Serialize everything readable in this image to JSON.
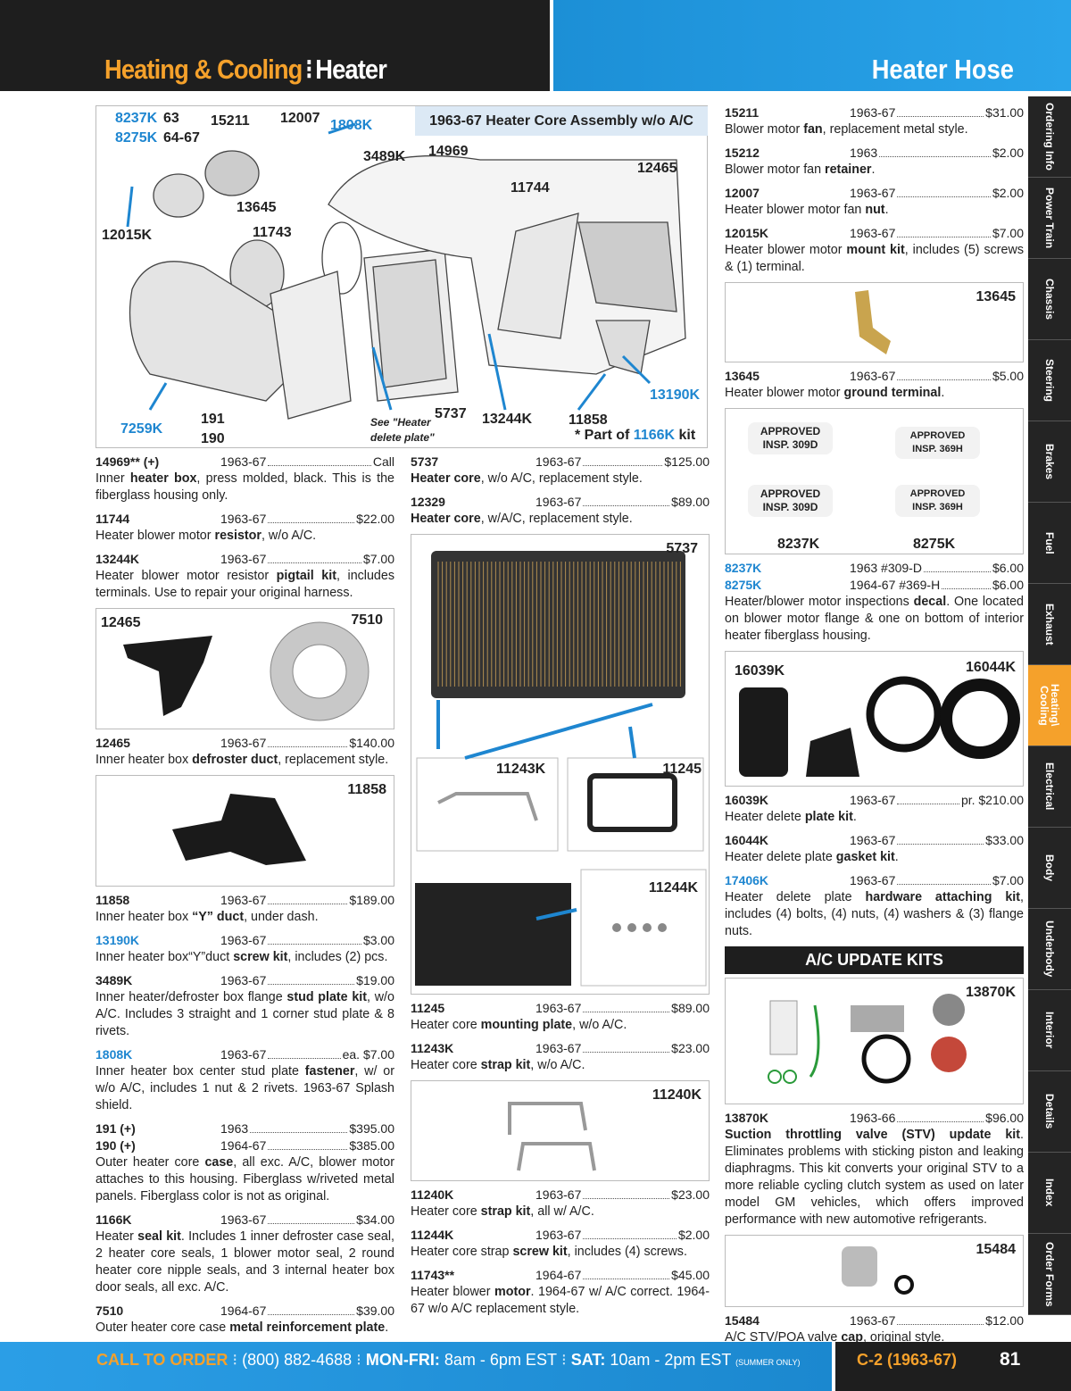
{
  "header": {
    "section": "Heating & Cooling",
    "subsection": "Heater",
    "right_title": "Heater Hose"
  },
  "diagram": {
    "title": "1963-67 Heater Core Assembly w/o A/C",
    "labels": {
      "l8237k": "8237K",
      "l63": "63",
      "l8275k": "8275K",
      "l6467": "64-67",
      "l15211": "15211",
      "l12007": "12007",
      "l1808k": "1808K",
      "l3489k": "3489K",
      "l14969": "14969",
      "l12465": "12465",
      "l11744": "11744",
      "l13645": "13645",
      "l12015k": "12015K",
      "l11743": "11743",
      "l7259k": "7259K",
      "l191": "191",
      "l190": "190",
      "lsee": "See \"Heater delete plate\"",
      "l5737": "5737",
      "l13244k": "13244K",
      "l11858": "11858",
      "lpart": "* Part of",
      "l1166k": "1166K",
      "lkit": "kit",
      "l13190k": "13190K"
    }
  },
  "columns": [
    {
      "blocks": [
        {
          "type": "item",
          "parts": [
            {
              "num": "14969** (+)",
              "years": "1963-67",
              "price": "Call"
            }
          ],
          "desc": [
            {
              "t": "Inner "
            },
            {
              "t": "heater box",
              "b": true
            },
            {
              "t": ", press molded, black. This is the fiberglass housing only."
            }
          ]
        },
        {
          "type": "item",
          "parts": [
            {
              "num": "11744",
              "years": "1963-67",
              "price": "$22.00"
            }
          ],
          "desc": [
            {
              "t": "Heater blower motor "
            },
            {
              "t": "resistor",
              "b": true
            },
            {
              "t": ", w/o A/C."
            }
          ]
        },
        {
          "type": "item",
          "parts": [
            {
              "num": "13244K",
              "years": "1963-67",
              "price": "$7.00"
            }
          ],
          "desc": [
            {
              "t": "Heater blower motor resistor "
            },
            {
              "t": "pigtail kit",
              "b": true
            },
            {
              "t": ", includes terminals. Use to repair your original harness."
            }
          ]
        },
        {
          "type": "image",
          "id": "img-12465",
          "labels": [
            "12465",
            "7510"
          ]
        },
        {
          "type": "item",
          "parts": [
            {
              "num": "12465",
              "years": "1963-67",
              "price": "$140.00"
            }
          ],
          "desc": [
            {
              "t": "Inner heater box "
            },
            {
              "t": "defroster duct",
              "b": true
            },
            {
              "t": ", replacement style."
            }
          ]
        },
        {
          "type": "image",
          "id": "img-11858",
          "labels": [
            "11858"
          ]
        },
        {
          "type": "item",
          "parts": [
            {
              "num": "11858",
              "years": "1963-67",
              "price": "$189.00"
            }
          ],
          "desc": [
            {
              "t": "Inner heater box "
            },
            {
              "t": "“Y” duct",
              "b": true
            },
            {
              "t": ", under dash."
            }
          ]
        },
        {
          "type": "item",
          "parts": [
            {
              "num": "13190K",
              "blue": true,
              "years": "1963-67",
              "price": "$3.00"
            }
          ],
          "desc": [
            {
              "t": "Inner heater box“Y”duct "
            },
            {
              "t": "screw kit",
              "b": true
            },
            {
              "t": ", includes (2) pcs."
            }
          ]
        },
        {
          "type": "item",
          "parts": [
            {
              "num": "3489K",
              "years": "1963-67",
              "price": "$19.00"
            }
          ],
          "desc": [
            {
              "t": "Inner heater/defroster box flange "
            },
            {
              "t": "stud plate kit",
              "b": true
            },
            {
              "t": ", w/o A/C. Includes 3 straight and 1 corner stud plate & 8 rivets."
            }
          ]
        },
        {
          "type": "item",
          "parts": [
            {
              "num": "1808K",
              "blue": true,
              "years": "1963-67",
              "price": "ea. $7.00"
            }
          ],
          "desc": [
            {
              "t": "Inner heater box center stud plate "
            },
            {
              "t": "fastener",
              "b": true
            },
            {
              "t": ", w/ or w/o A/C, includes 1 nut & 2 rivets. 1963-67 Splash shield."
            }
          ]
        },
        {
          "type": "item",
          "parts": [
            {
              "num": "191 (+)",
              "years": "1963",
              "price": "$395.00"
            },
            {
              "num": "190 (+)",
              "years": "1964-67",
              "price": "$385.00"
            }
          ],
          "desc": [
            {
              "t": "Outer heater core "
            },
            {
              "t": "case",
              "b": true
            },
            {
              "t": ", all exc. A/C, blower motor attaches to this housing. Fiberglass w/riveted metal panels. Fiberglass color is not as original."
            }
          ]
        },
        {
          "type": "item",
          "parts": [
            {
              "num": "1166K",
              "years": "1963-67",
              "price": "$34.00"
            }
          ],
          "desc": [
            {
              "t": "Heater "
            },
            {
              "t": "seal kit",
              "b": true
            },
            {
              "t": ". Includes 1 inner defroster case seal, 2 heater core seals, 1 blower motor seal, 2 round heater core nipple seals, and 3 internal heater box door seals, all exc. A/C."
            }
          ]
        },
        {
          "type": "item",
          "parts": [
            {
              "num": "7510",
              "years": "1964-67",
              "price": "$39.00"
            }
          ],
          "desc": [
            {
              "t": "Outer heater core case "
            },
            {
              "t": "metal reinforcement plate",
              "b": true
            },
            {
              "t": "."
            }
          ]
        }
      ]
    },
    {
      "blocks": [
        {
          "type": "item",
          "parts": [
            {
              "num": "5737",
              "years": "1963-67",
              "price": "$125.00"
            }
          ],
          "desc": [
            {
              "t": "Heater core",
              "b": true
            },
            {
              "t": ", w/o A/C, replacement style."
            }
          ]
        },
        {
          "type": "item",
          "parts": [
            {
              "num": "12329",
              "years": "1963-67",
              "price": "$89.00"
            }
          ],
          "desc": [
            {
              "t": "Heater core",
              "b": true
            },
            {
              "t": ", w/A/C, replacement style."
            }
          ]
        },
        {
          "type": "image",
          "id": "img-5737",
          "labels": [
            "5737",
            "11243K",
            "11245",
            "11244K"
          ]
        },
        {
          "type": "item",
          "parts": [
            {
              "num": "11245",
              "years": "1963-67",
              "price": "$89.00"
            }
          ],
          "desc": [
            {
              "t": "Heater core "
            },
            {
              "t": "mounting plate",
              "b": true
            },
            {
              "t": ", w/o A/C."
            }
          ]
        },
        {
          "type": "item",
          "parts": [
            {
              "num": "11243K",
              "years": "1963-67",
              "price": "$23.00"
            }
          ],
          "desc": [
            {
              "t": "Heater core "
            },
            {
              "t": "strap kit",
              "b": true
            },
            {
              "t": ", w/o A/C."
            }
          ]
        },
        {
          "type": "image",
          "id": "img-11240k",
          "labels": [
            "11240K"
          ]
        },
        {
          "type": "item",
          "parts": [
            {
              "num": "11240K",
              "years": "1963-67",
              "price": "$23.00"
            }
          ],
          "desc": [
            {
              "t": "Heater core "
            },
            {
              "t": "strap kit",
              "b": true
            },
            {
              "t": ", all w/ A/C."
            }
          ]
        },
        {
          "type": "item",
          "parts": [
            {
              "num": "11244K",
              "years": "1963-67",
              "price": "$2.00"
            }
          ],
          "desc": [
            {
              "t": "Heater core strap "
            },
            {
              "t": "screw kit",
              "b": true
            },
            {
              "t": ", includes (4) screws."
            }
          ]
        },
        {
          "type": "item",
          "parts": [
            {
              "num": "11743**",
              "years": "1964-67",
              "price": "$45.00"
            }
          ],
          "desc": [
            {
              "t": "Heater blower "
            },
            {
              "t": "motor",
              "b": true
            },
            {
              "t": ". 1964-67 w/ A/C correct. 1964-67 w/o A/C replacement style."
            }
          ]
        }
      ]
    },
    {
      "blocks": [
        {
          "type": "item",
          "parts": [
            {
              "num": "15211",
              "years": "1963-67",
              "price": "$31.00"
            }
          ],
          "desc": [
            {
              "t": "Blower motor "
            },
            {
              "t": "fan",
              "b": true
            },
            {
              "t": ", replacement metal style."
            }
          ]
        },
        {
          "type": "item",
          "parts": [
            {
              "num": "15212",
              "years": "1963",
              "price": "$2.00"
            }
          ],
          "desc": [
            {
              "t": "Blower motor fan "
            },
            {
              "t": "retainer",
              "b": true
            },
            {
              "t": "."
            }
          ]
        },
        {
          "type": "item",
          "parts": [
            {
              "num": "12007",
              "years": "1963-67",
              "price": "$2.00"
            }
          ],
          "desc": [
            {
              "t": "Heater blower motor fan "
            },
            {
              "t": "nut",
              "b": true
            },
            {
              "t": "."
            }
          ]
        },
        {
          "type": "item",
          "parts": [
            {
              "num": "12015K",
              "years": "1963-67",
              "price": "$7.00"
            }
          ],
          "desc": [
            {
              "t": "Heater blower motor "
            },
            {
              "t": "mount kit",
              "b": true
            },
            {
              "t": ", includes (5) screws & (1) terminal."
            }
          ]
        },
        {
          "type": "image",
          "id": "img-13645",
          "labels": [
            "13645"
          ]
        },
        {
          "type": "item",
          "parts": [
            {
              "num": "13645",
              "years": "1963-67",
              "price": "$5.00"
            }
          ],
          "desc": [
            {
              "t": "Heater blower motor "
            },
            {
              "t": "ground terminal",
              "b": true
            },
            {
              "t": "."
            }
          ]
        },
        {
          "type": "image",
          "id": "img-decal",
          "labels": [
            "8237K",
            "8275K"
          ],
          "decals": [
            "APPROVED INSP. 309D",
            "APPROVED INSP. 369H"
          ]
        },
        {
          "type": "item",
          "parts": [
            {
              "num": "8237K",
              "blue": true,
              "years": "1963 #309-D",
              "price": "$6.00"
            },
            {
              "num": "8275K",
              "blue": true,
              "years": "1964-67 #369-H",
              "price": "$6.00"
            }
          ],
          "desc": [
            {
              "t": "Heater/blower motor inspections "
            },
            {
              "t": "decal",
              "b": true
            },
            {
              "t": ". One located on blower motor flange & one on bottom of interior heater fiberglass housing."
            }
          ]
        },
        {
          "type": "image",
          "id": "img-16039k",
          "labels": [
            "16039K",
            "16044K"
          ]
        },
        {
          "type": "item",
          "parts": [
            {
              "num": "16039K",
              "years": "1963-67",
              "price": "pr. $210.00"
            }
          ],
          "desc": [
            {
              "t": "Heater delete "
            },
            {
              "t": "plate kit",
              "b": true
            },
            {
              "t": "."
            }
          ]
        },
        {
          "type": "item",
          "parts": [
            {
              "num": "16044K",
              "years": "1963-67",
              "price": "$33.00"
            }
          ],
          "desc": [
            {
              "t": "Heater delete plate "
            },
            {
              "t": "gasket kit",
              "b": true
            },
            {
              "t": "."
            }
          ]
        },
        {
          "type": "item",
          "parts": [
            {
              "num": "17406K",
              "blue": true,
              "years": "1963-67",
              "price": "$7.00"
            }
          ],
          "desc": [
            {
              "t": "Heater delete plate "
            },
            {
              "t": "hardware attaching kit",
              "b": true
            },
            {
              "t": ", includes (4) bolts, (4) nuts, (4) washers & (3) flange nuts."
            }
          ]
        },
        {
          "type": "banner",
          "text": "A/C UPDATE KITS"
        },
        {
          "type": "image",
          "id": "img-13870k",
          "labels": [
            "13870K"
          ]
        },
        {
          "type": "item",
          "parts": [
            {
              "num": "13870K",
              "years": "1963-66",
              "price": "$96.00"
            }
          ],
          "desc": [
            {
              "t": "Suction throttling valve (STV) update kit",
              "b": true
            },
            {
              "t": ". Eliminates problems with sticking piston and leaking diaphragms. This kit converts your original STV to a more reliable cycling clutch system as used on later model GM vehicles, which offers improved performance with new automotive refrigerants."
            }
          ]
        },
        {
          "type": "image",
          "id": "img-15484",
          "labels": [
            "15484"
          ]
        },
        {
          "type": "item",
          "parts": [
            {
              "num": "15484",
              "years": "1963-67",
              "price": "$12.00"
            }
          ],
          "desc": [
            {
              "t": "A/C STV/POA valve "
            },
            {
              "t": "cap",
              "b": true
            },
            {
              "t": ", original style."
            }
          ]
        }
      ]
    }
  ],
  "side_tabs": [
    "Ordering Info",
    "Power Train",
    "Chassis",
    "Steering",
    "Brakes",
    "Fuel",
    "Exhaust",
    "Heating\\ Cooling",
    "Electrical",
    "Body",
    "Underbody",
    "Interior",
    "Details",
    "Index",
    "Order Forms"
  ],
  "active_tab": 7,
  "footer": {
    "call": "CALL TO ORDER",
    "phone": "(800) 882-4688",
    "monfri_label": "MON-FRI:",
    "monfri": "8am - 6pm EST",
    "sat_label": "SAT:",
    "sat": "10am - 2pm EST",
    "summer": "(SUMMER ONLY)",
    "section": "C-2 (1963-67)",
    "page": "81"
  },
  "colors": {
    "accent": "#f5a12b",
    "blue": "#1e86d0",
    "dark": "#1e1e1e"
  }
}
